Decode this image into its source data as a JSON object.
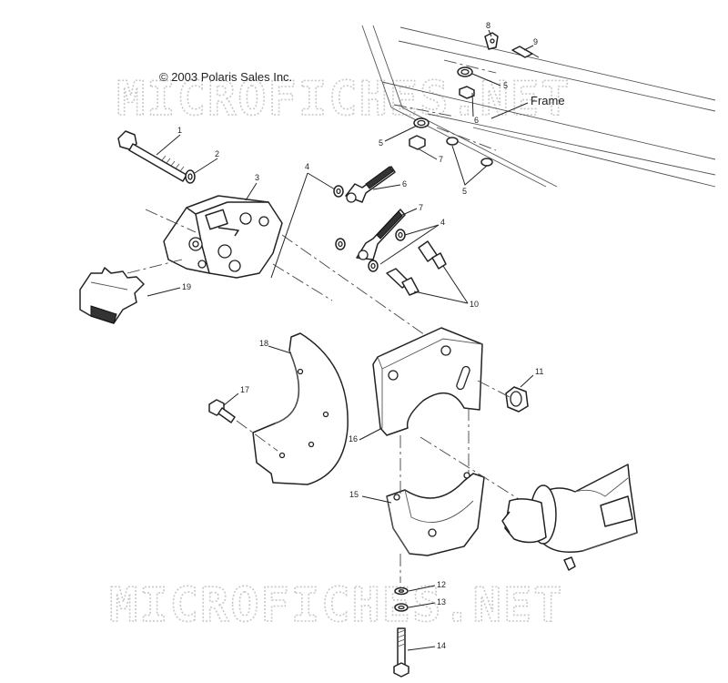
{
  "copyright": "© 2003 Polaris Sales Inc.",
  "watermark": "MICROFICHES.NET",
  "frame_label": "Frame",
  "callouts": {
    "c1": "1",
    "c2": "2",
    "c3": "3",
    "c4a": "4",
    "c4b": "4",
    "c5a": "5",
    "c5b": "5",
    "c5c": "5",
    "c6a": "6",
    "c6b": "6",
    "c7a": "7",
    "c7b": "7",
    "c8": "8",
    "c9": "9",
    "c10": "10",
    "c11": "11",
    "c12": "12",
    "c13": "13",
    "c14": "14",
    "c15": "15",
    "c16": "16",
    "c17": "17",
    "c18": "18",
    "c19": "19"
  },
  "colors": {
    "line": "#222222",
    "watermark": "#c8c8c8",
    "background": "#ffffff"
  }
}
